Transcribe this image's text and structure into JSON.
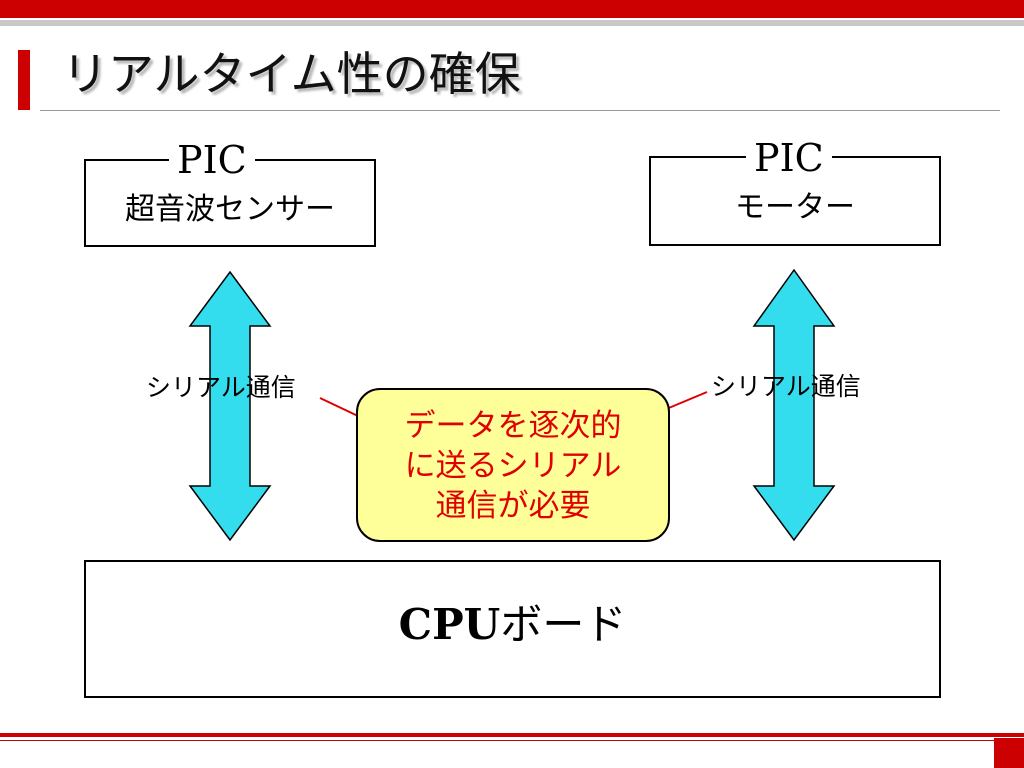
{
  "slide": {
    "title": "リアルタイム性の確保"
  },
  "left_box": {
    "label": "PIC",
    "sub": "超音波センサー"
  },
  "right_box": {
    "label": "PIC",
    "sub": "モーター"
  },
  "serial_left": "シリアル通信",
  "serial_right": "シリアル通信",
  "note": {
    "lines": [
      "データを逐次的",
      "に送るシリアル",
      "通信が必要"
    ]
  },
  "cpu": {
    "bold": "CPU",
    "rest": "ボード"
  },
  "colors": {
    "accent_red": "#cc0000",
    "arrow_fill": "#33ddee",
    "note_fill": "#ffff99",
    "note_text": "#e00000"
  }
}
